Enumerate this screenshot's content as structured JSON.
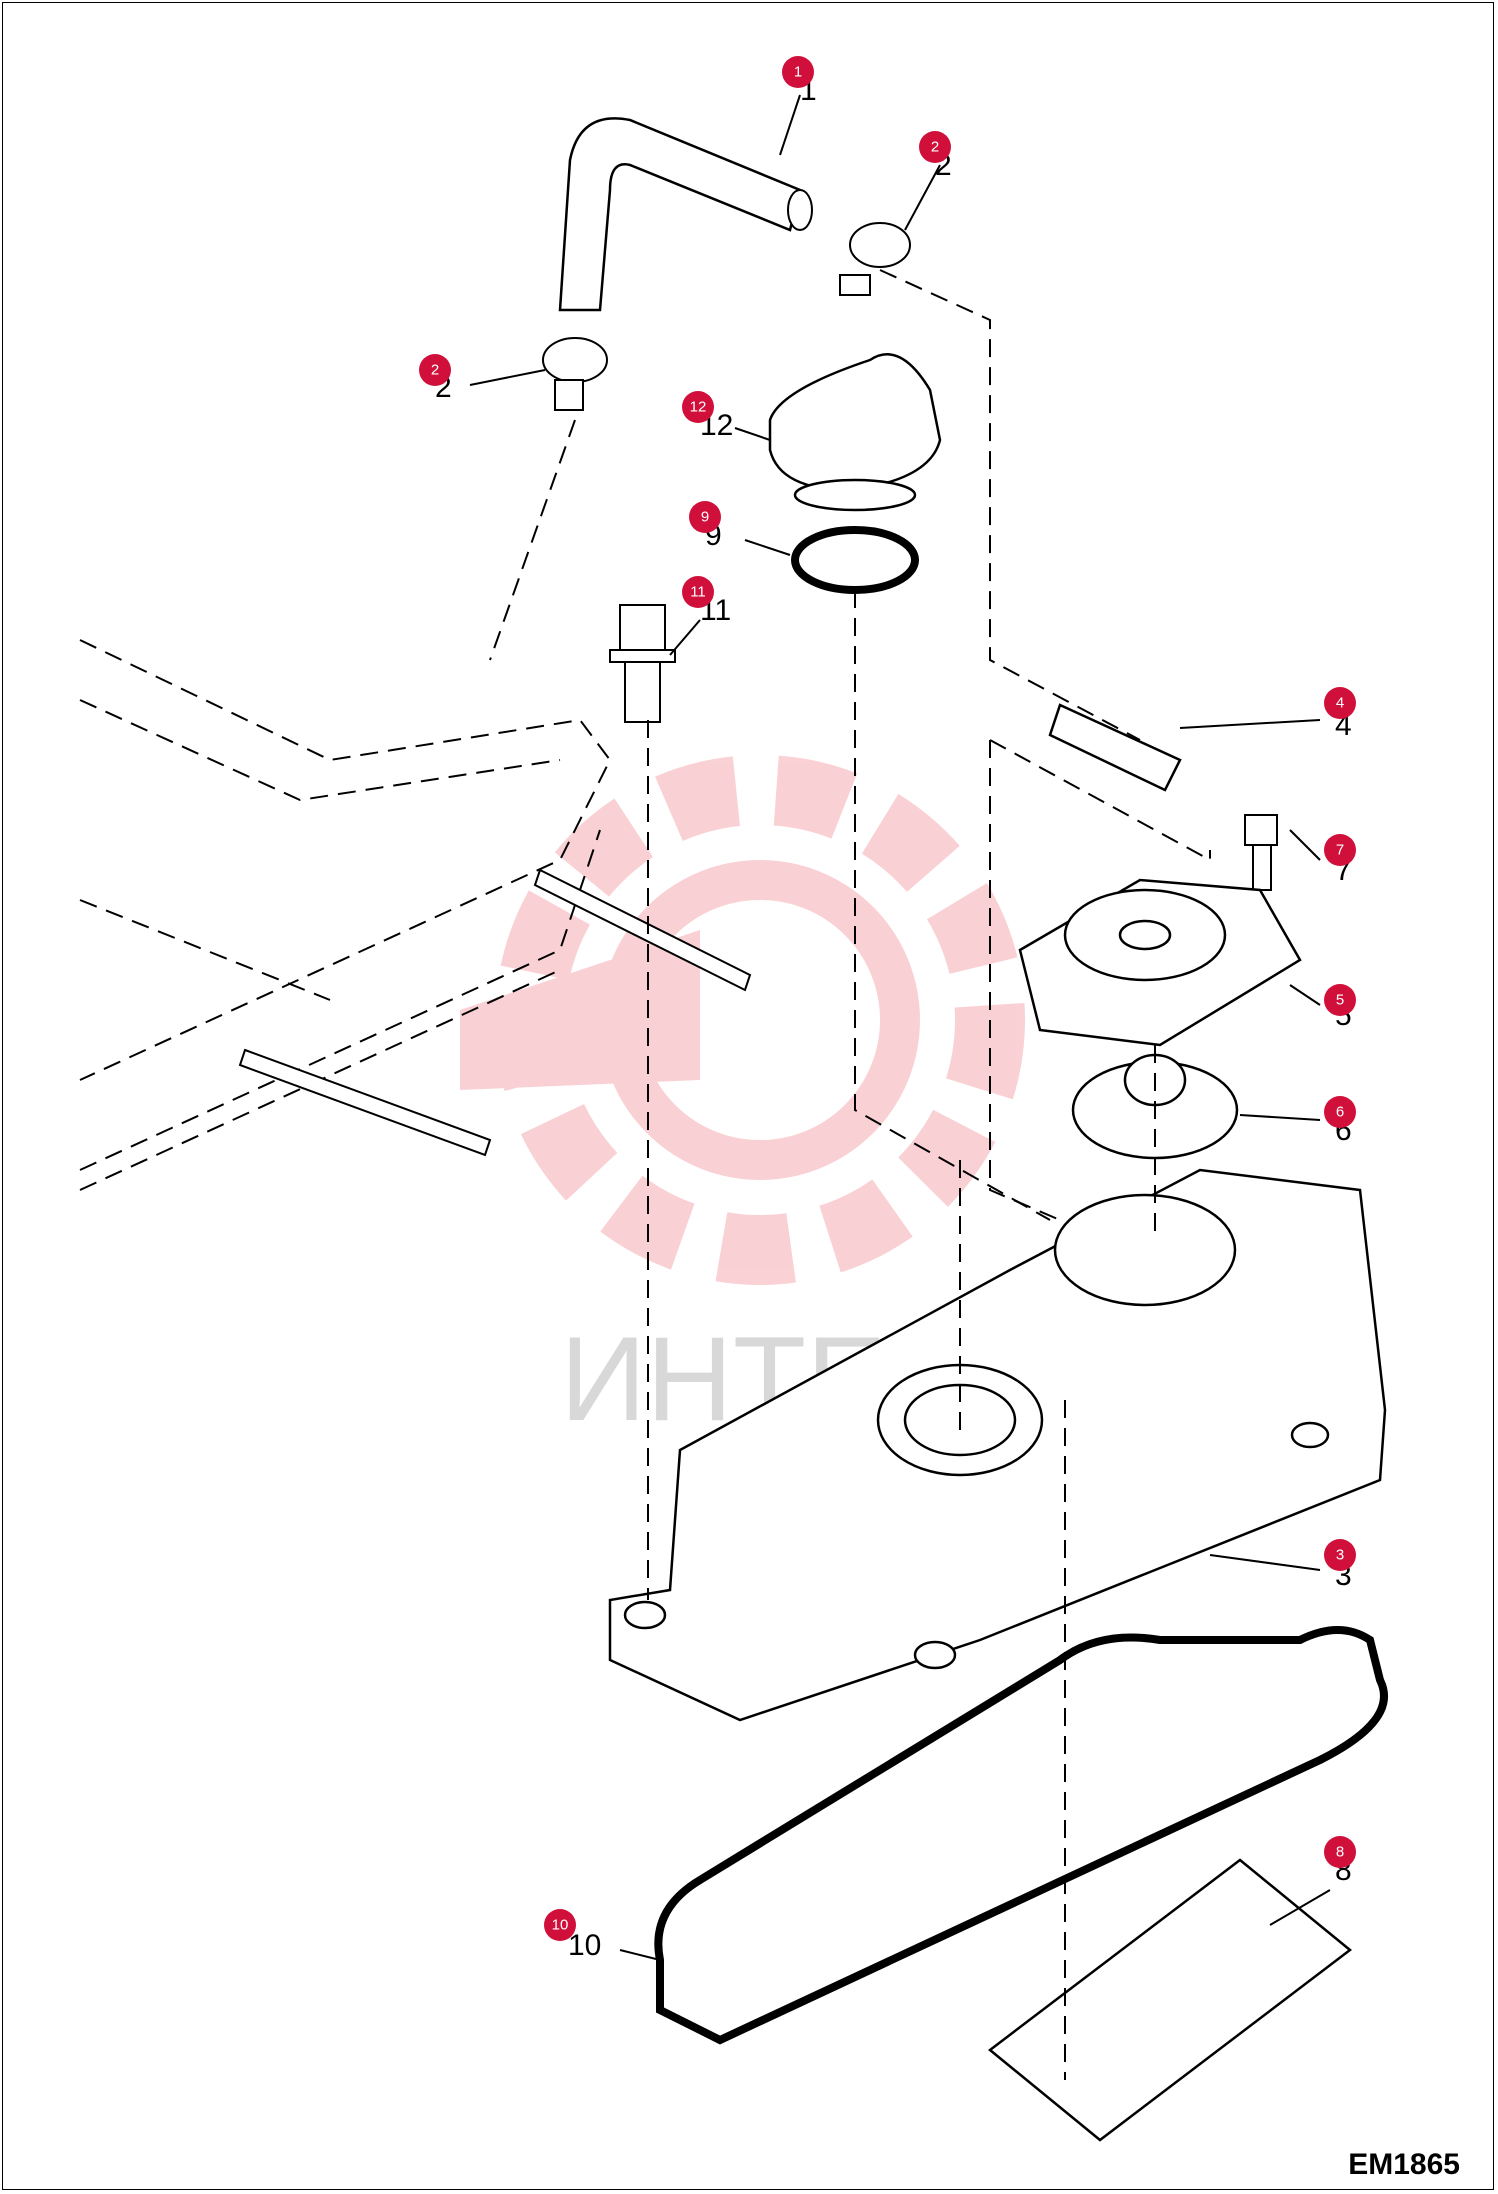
{
  "diagram": {
    "figure_code": "EM1865",
    "watermark_text": "ИНТЕХ",
    "callouts": [
      "1",
      "2",
      "2",
      "12",
      "9",
      "11",
      "4",
      "7",
      "5",
      "6",
      "3",
      "8",
      "10"
    ],
    "part_labels": [
      "1",
      "2",
      "2",
      "12",
      "9",
      "11",
      "4",
      "7",
      "5",
      "6",
      "3",
      "8",
      "10"
    ],
    "colors": {
      "callout": "#d0103a",
      "watermark": "#f5b0b5",
      "line": "#000000"
    }
  }
}
